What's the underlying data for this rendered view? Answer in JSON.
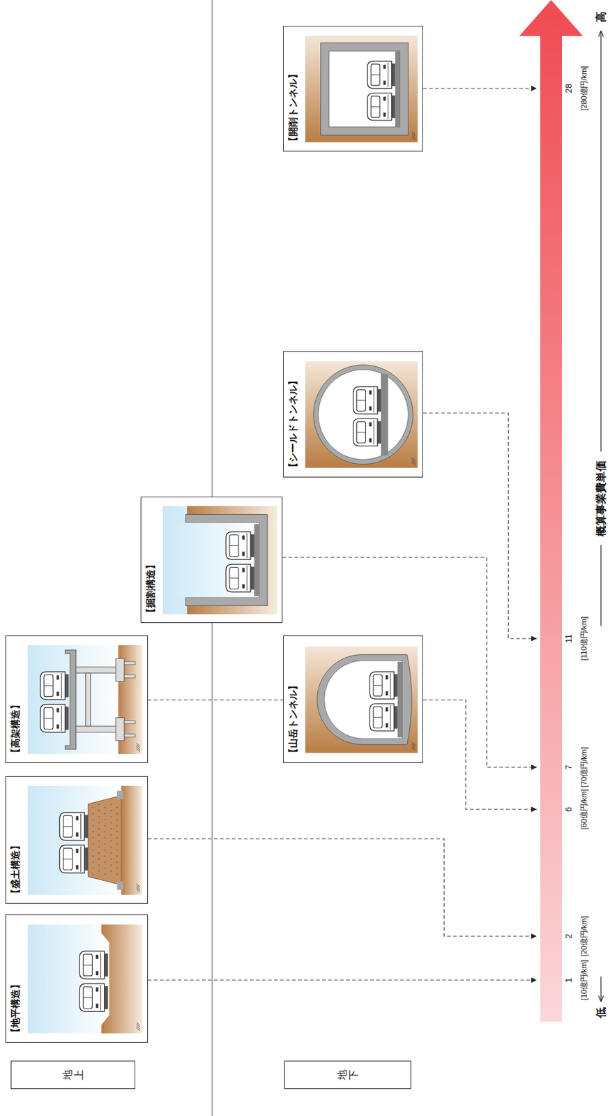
{
  "diagram": {
    "nodes": [
      {
        "text": [
          "地上"
        ]
      },
      {
        "text": [
          "地下"
        ]
      },
      {
        "text": [
          "【地平構造】"
        ]
      },
      {
        "text": [
          "【盛土構造】"
        ]
      },
      {
        "text": [
          "【高架構造】"
        ]
      },
      {
        "text": [
          "【掘割構造】"
        ]
      },
      {
        "text": [
          "【山岳トンネル】"
        ]
      },
      {
        "text": [
          "【シールドトンネル】"
        ]
      },
      {
        "text": [
          "【開削トンネル】"
        ]
      }
    ],
    "labels": [
      "1",
      "[10億円/km]",
      "2",
      "[20億円/km]",
      "6",
      "[60億円/km]",
      "7",
      "[70億円/km]",
      "11",
      "[110億円/km]",
      "28",
      "[280億円/km]",
      "低",
      "概算事業費単価",
      "高"
    ]
  }
}
